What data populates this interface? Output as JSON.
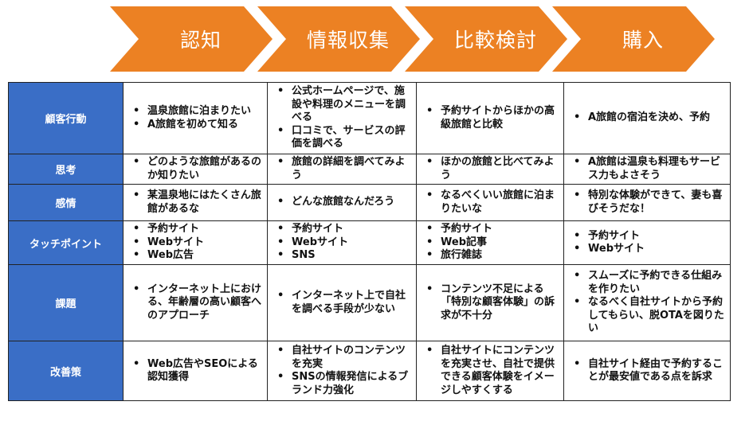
{
  "stages": [
    "認知",
    "情報収集",
    "比較検討",
    "購入"
  ],
  "rows": [
    {
      "label": "顧客行動",
      "cells": [
        [
          "温泉旅館に泊まりたい",
          "A旅館を初めて知る"
        ],
        [
          "公式ホームページで、施設や料理のメニューを調べる",
          "口コミで、サービスの評価を調べる"
        ],
        [
          "予約サイトからほかの高級旅館と比較"
        ],
        [
          "A旅館の宿泊を決め、予約"
        ]
      ]
    },
    {
      "label": "思考",
      "cells": [
        [
          "どのような旅館があるのか知りたい"
        ],
        [
          "旅館の詳細を調べてみよう"
        ],
        [
          "ほかの旅館と比べてみよう"
        ],
        [
          "A旅館は温泉も料理もサービス力もよさそう"
        ]
      ]
    },
    {
      "label": "感情",
      "cells": [
        [
          "某温泉地にはたくさん旅館があるな"
        ],
        [
          "どんな旅館なんだろう"
        ],
        [
          "なるべくいい旅館に泊まりたいな"
        ],
        [
          "特別な体験ができて、妻も喜びそうだな！"
        ]
      ]
    },
    {
      "label": "タッチポイント",
      "cells": [
        [
          "予約サイト",
          "Webサイト",
          "Web広告"
        ],
        [
          "予約サイト",
          "Webサイト",
          "SNS"
        ],
        [
          "予約サイト",
          "Web記事",
          "旅行雑誌"
        ],
        [
          "予約サイト",
          "Webサイト"
        ]
      ]
    },
    {
      "label": "課題",
      "cells": [
        [
          "インターネット上における、年齢層の高い顧客へのアプローチ"
        ],
        [
          "インターネット上で自社を調べる手段が少ない"
        ],
        [
          "コンテンツ不足による「特別な顧客体験」の訴求が不十分"
        ],
        [
          "スムーズに予約できる仕組みを作りたい",
          "なるべく自社サイトから予約してもらい、脱OTAを図りたい"
        ]
      ]
    },
    {
      "label": "改善策",
      "cells": [
        [
          "Web広告やSEOによる認知獲得"
        ],
        [
          "自社サイトのコンテンツを充実",
          "SNSの情報発信によるブランド力強化"
        ],
        [
          "自社サイトにコンテンツを充実させ、自社で提供できる顧客体験をイメージしやすくする"
        ],
        [
          "自社サイト経由で予約することが最安値である点を訴求"
        ]
      ]
    }
  ]
}
